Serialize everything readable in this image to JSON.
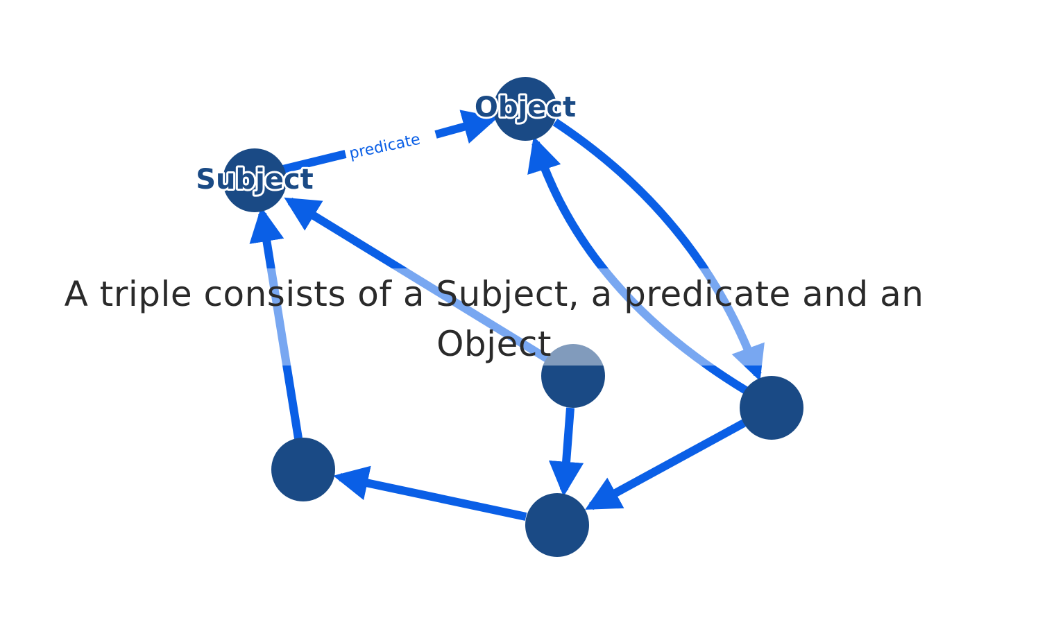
{
  "caption": "A triple consists of a Subject, a predicate and an Object",
  "caption_lines": [
    "A triple consists of a Subject, a predicate and an",
    "Object"
  ],
  "nodes": {
    "subject_label": "Subject",
    "object_label": "Object"
  },
  "edges": {
    "predicate_label": "predicate"
  },
  "colors": {
    "node_fill": "#1a4a85",
    "edge_stroke": "#0a5fe6",
    "edge_faded": "#85b2f2",
    "caption_text": "#2a2a2a",
    "background": "#ffffff"
  }
}
